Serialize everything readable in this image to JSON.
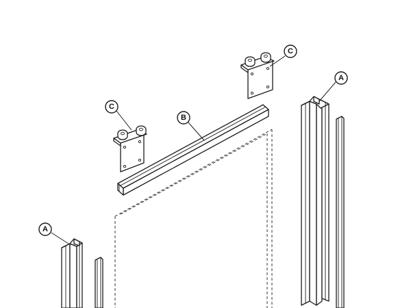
{
  "callouts": {
    "a_left": "A",
    "a_right": "A",
    "b_rail": "B",
    "c_left": "C",
    "c_right": "C"
  }
}
